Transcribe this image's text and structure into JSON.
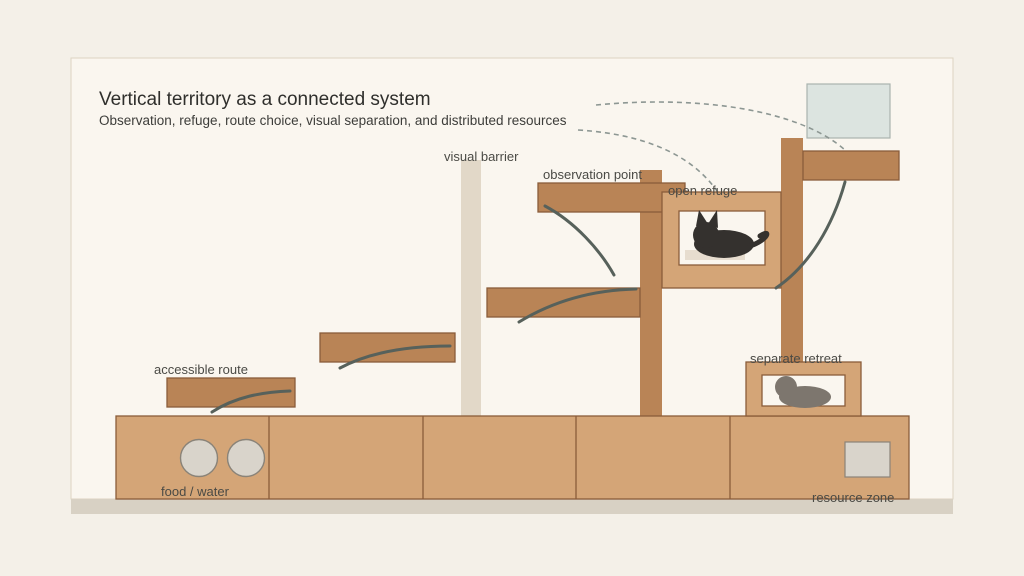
{
  "diagram": {
    "title": "Vertical territory as a connected system",
    "subtitle": "Observation, refuge, route choice, visual separation, and distributed resources",
    "labels": {
      "visual_barrier": "visual barrier",
      "observation_point": "observation point",
      "open_refuge": "open refuge",
      "accessible_route": "accessible route",
      "separate_retreat": "separate retreat",
      "food_water": "food / water",
      "resource_zone": "resource zone"
    },
    "colors": {
      "page_bg": "#f4f0e8",
      "panel_bg": "#faf6ef",
      "panel_border": "#ddd3c2",
      "floor": "#d8d1c4",
      "wood_dark": "#b98456",
      "wood_light": "#d4a577",
      "wood_edge": "#8a5c3a",
      "barrier": "#e2d8c8",
      "route_line": "#57615b",
      "dashed_line": "#8d9793",
      "window": "#dce4e0",
      "cat_dark": "#34312e",
      "cat_gray": "#7d766e",
      "bowl": "#d9d4cb"
    },
    "icons": [
      "cat-sitting-icon",
      "cat-sleeping-icon",
      "bowl-icon",
      "window-icon"
    ]
  }
}
